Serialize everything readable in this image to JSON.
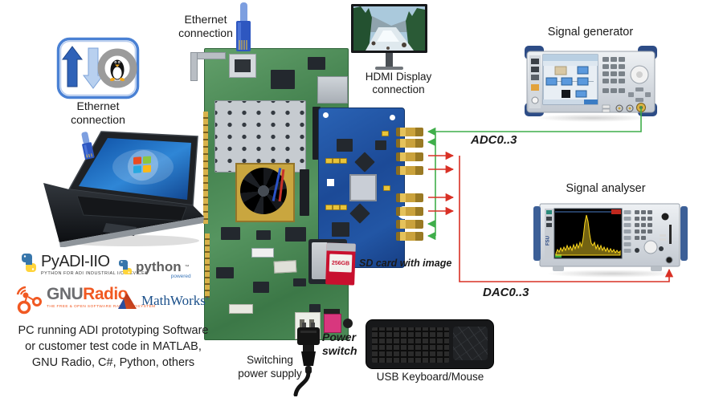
{
  "diagram": {
    "labels": {
      "ethernet_top": [
        "Ethernet",
        "connection"
      ],
      "ethernet_pc": [
        "Ethernet",
        "connection"
      ],
      "hdmi": [
        "HDMI Display",
        "connection"
      ],
      "signal_generator": "Signal generator",
      "signal_analyser": "Signal analyser",
      "adc_bus": "ADC0..3",
      "dac_bus": "DAC0..3",
      "sd_card": "SD card with image",
      "power_switch": [
        "Power",
        "switch"
      ],
      "power_supply": [
        "Switching",
        "power supply"
      ],
      "usb_keyboard": "USB Keyboard/Mouse",
      "pc_description": [
        "PC running ADI prototyping Software",
        "or customer test code in MATLAB,",
        "GNU Radio, C#, Python, others"
      ]
    },
    "instruments": {
      "analyser_model": "FSU"
    },
    "sd_card_capacity": "256GB",
    "connections": {
      "adc_arrows": 4,
      "dac_arrows": 4
    },
    "logos": {
      "pyadi": {
        "title": "PyADI-IIO",
        "subtitle": "PYTHON FOR ADI INDUSTRIAL I/O DEVICES"
      },
      "python": {
        "title": "python",
        "trademark": "™",
        "subtitle": "powered"
      },
      "gnuradio": {
        "gnu": "GNU",
        "radio": "Radio",
        "subtitle": "THE FREE & OPEN SOFTWARE RADIO ECOSYSTEM"
      },
      "mathworks": {
        "title": "MathWorks",
        "registered": "®"
      }
    },
    "colors": {
      "adc_line": "#3fae4a",
      "dac_line": "#d93025",
      "fmc_board": "#2256a5",
      "main_board": "#4a8a55",
      "instrument_blue": "#2d4c86",
      "gnuradio_orange": "#f15922",
      "python_blue": "#3776ab",
      "python_yellow": "#ffd43b",
      "mathworks_blue": "#1a4f8a"
    }
  }
}
